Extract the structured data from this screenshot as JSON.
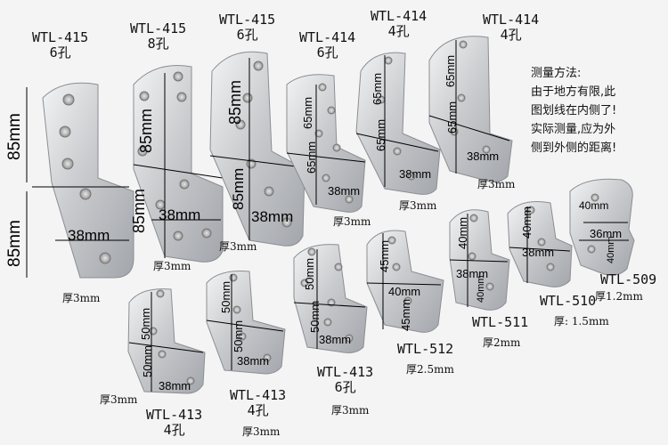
{
  "colors": {
    "background": "#f4f4f4",
    "steel_light": "#e8e9eb",
    "steel_dark": "#9ea1a6",
    "marking": "#000000"
  },
  "note": {
    "title": "测量方法:",
    "lines": [
      "由于地方有限,此",
      "图划线在内侧了!",
      "实际测量,应为外",
      "侧到外侧的距离!"
    ]
  },
  "brackets": [
    {
      "model": "WTL-415",
      "holes": "6孔",
      "thickness": "厚3mm",
      "leg1": "85mm",
      "leg2": "85mm",
      "width": "38mm"
    },
    {
      "model": "WTL-415",
      "holes": "8孔",
      "thickness": "厚3mm",
      "leg1": "85mm",
      "leg2": "85mm",
      "width": "38mm"
    },
    {
      "model": "WTL-415",
      "holes": "6孔",
      "thickness": "厚3mm",
      "leg1": "85mm",
      "leg2": "85mm",
      "width": "38mm"
    },
    {
      "model": "WTL-414",
      "holes": "6孔",
      "thickness": "厚3mm",
      "leg1": "65mm",
      "leg2": "65mm",
      "width": "38mm"
    },
    {
      "model": "WTL-414",
      "holes": "4孔",
      "thickness": "厚3mm",
      "leg1": "65mm",
      "leg2": "65mm",
      "width": "38mm"
    },
    {
      "model": "WTL-414",
      "holes": "4孔",
      "thickness": "厚3mm",
      "leg1": "65mm",
      "leg2": "65mm",
      "width": "38mm"
    },
    {
      "model": "WTL-413",
      "holes": "4孔",
      "thickness": "厚3mm",
      "leg1": "50mm",
      "leg2": "50mm",
      "width": "38mm"
    },
    {
      "model": "WTL-413",
      "holes": "4孔",
      "thickness": "厚3mm",
      "leg1": "50mm",
      "leg2": "50mm",
      "width": "38mm"
    },
    {
      "model": "WTL-413",
      "holes": "6孔",
      "thickness": "厚3mm",
      "leg1": "50mm",
      "leg2": "50mm",
      "width": "38mm"
    },
    {
      "model": "WTL-512",
      "holes": "",
      "thickness": "厚2.5mm",
      "leg1": "45mm",
      "leg2": "45mm",
      "width": "40mm"
    },
    {
      "model": "WTL-511",
      "holes": "",
      "thickness": "厚2mm",
      "leg1": "40mm",
      "leg2": "40mm",
      "width": "38mm"
    },
    {
      "model": "WTL-510",
      "holes": "",
      "thickness": "厚: 1.5mm",
      "leg1": "40mm",
      "leg2": "",
      "width": "38mm"
    },
    {
      "model": "WTL-509",
      "holes": "",
      "thickness": "厚1.2mm",
      "leg1": "40mm",
      "leg2": "40mm",
      "width": "36mm"
    }
  ]
}
